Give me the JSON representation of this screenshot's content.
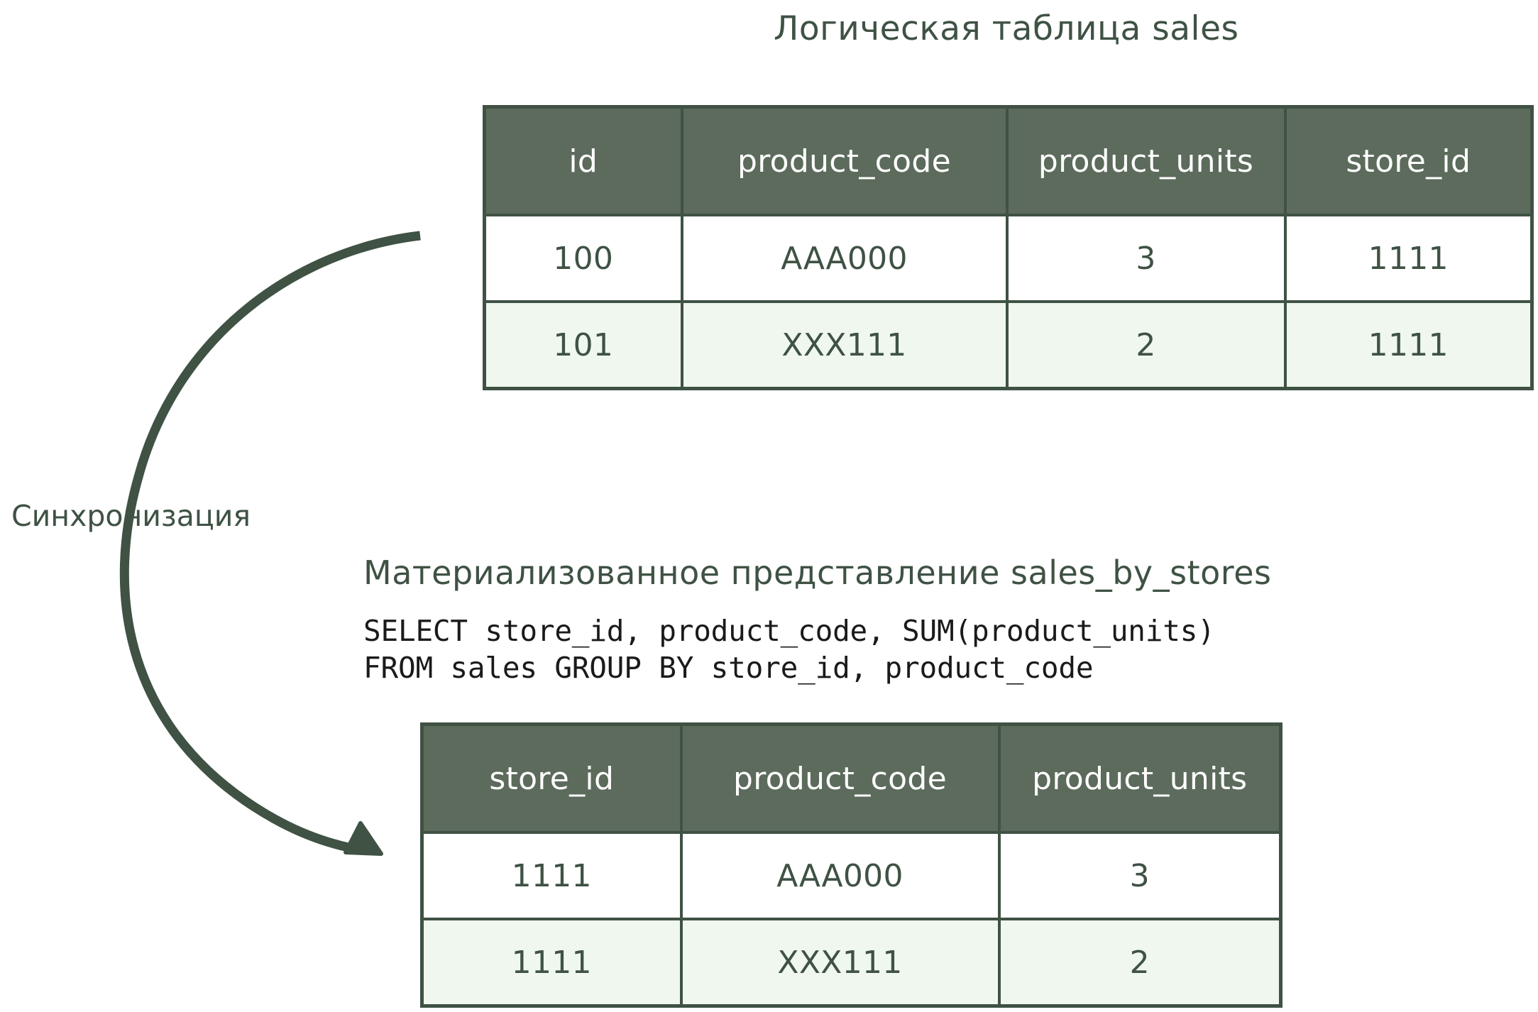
{
  "diagram": {
    "sync_label": "Синхронизация",
    "accent_color": "#3f5244",
    "header_fill": "#5c6b5c",
    "row_alt_fill": "#eff7ef",
    "arrow_icon_name": "curved-sync-arrow"
  },
  "logical_table": {
    "title": "Логическая таблица sales",
    "columns": [
      "id",
      "product_code",
      "product_units",
      "store_id"
    ],
    "rows": [
      [
        "100",
        "AAA000",
        "3",
        "1111"
      ],
      [
        "101",
        "XXX111",
        "2",
        "1111"
      ]
    ]
  },
  "materialized_view": {
    "title": "Материализованное представление sales_by_stores",
    "sql": "SELECT store_id, product_code, SUM(product_units)\nFROM sales GROUP BY store_id, product_code",
    "columns": [
      "store_id",
      "product_code",
      "product_units"
    ],
    "rows": [
      [
        "1111",
        "AAA000",
        "3"
      ],
      [
        "1111",
        "XXX111",
        "2"
      ]
    ]
  }
}
